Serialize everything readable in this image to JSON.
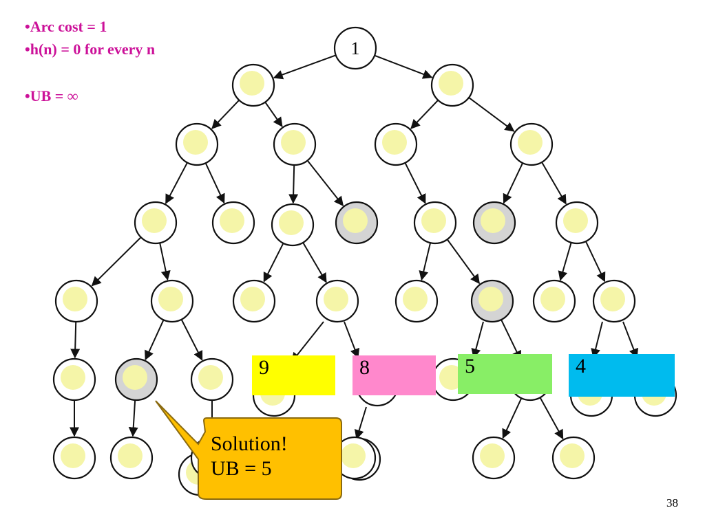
{
  "info": {
    "arc_cost": "•Arc cost = 1",
    "heuristic": "•h(n) = 0 for every n",
    "upper_bound": "•UB = ∞"
  },
  "tree": {
    "root_label": "1",
    "hidden_label": "1"
  },
  "bound_boxes": [
    {
      "value": "9",
      "color": "#ffff00"
    },
    {
      "value": "8",
      "color": "#ff88cc"
    },
    {
      "value": "5",
      "color": "#88ee66"
    },
    {
      "value": "4",
      "color": "#00bbee"
    }
  ],
  "callout": {
    "line1": "Solution!",
    "line2": "UB = 5",
    "color": "#ffc000"
  },
  "page_number": "38",
  "colors": {
    "info_text": "#cc1199",
    "node_fill": "#ffffff",
    "node_inner": "#f5f5a8",
    "node_visited_fill": "#d4d4d4"
  }
}
